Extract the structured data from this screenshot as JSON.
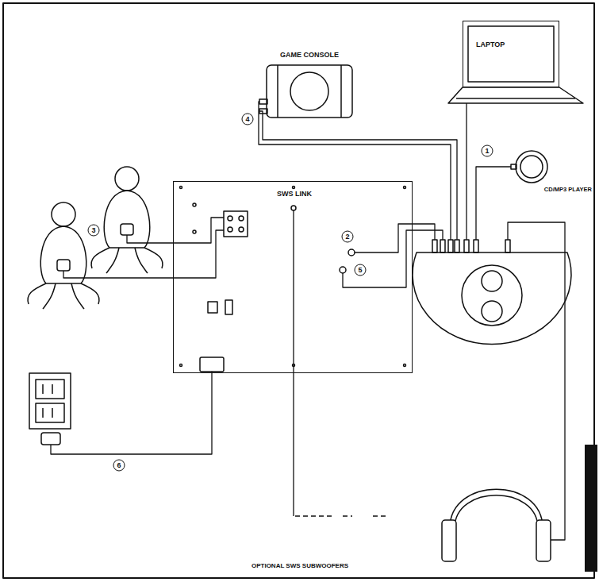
{
  "diagram": {
    "nodes": [
      {
        "text": [
          "GAME CONSOLE"
        ]
      },
      {
        "text": [
          "LAPTOP"
        ]
      },
      {
        "text": [
          "CD/MP3 PLAYER"
        ]
      },
      {
        "text": [
          "SWS LINK"
        ]
      }
    ],
    "labels": [
      "1",
      "2",
      "3",
      "4",
      "5",
      "6",
      "OPTIONAL SWS SUBWOOFERS"
    ]
  }
}
